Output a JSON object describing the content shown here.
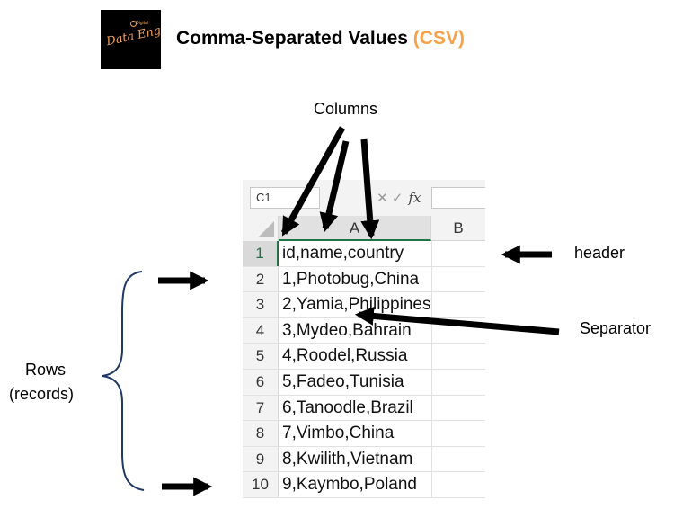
{
  "header": {
    "logo_text": "Data Eng",
    "logo_subtext": "Digital",
    "title_main": "Comma-Separated Values ",
    "title_accent": "(CSV)",
    "accent_color": "#f7a14a"
  },
  "labels": {
    "columns": "Columns",
    "header": "header",
    "separator": "Separator",
    "rows_line1": "Rows",
    "rows_line2": "(records)"
  },
  "sheet": {
    "name_box": "C1",
    "formula_icons": "⋮  ✕  ✓",
    "formula_fx": "fx",
    "col_a": "A",
    "col_b": "B",
    "accent_color": "#217346",
    "rows": [
      {
        "num": "1",
        "text": "id,name,country"
      },
      {
        "num": "2",
        "text": "1,Photobug,China"
      },
      {
        "num": "3",
        "text": "2,Yamia,Philippines"
      },
      {
        "num": "4",
        "text": "3,Mydeo,Bahrain"
      },
      {
        "num": "5",
        "text": "4,Roodel,Russia"
      },
      {
        "num": "6",
        "text": "5,Fadeo,Tunisia"
      },
      {
        "num": "7",
        "text": "6,Tanoodle,Brazil"
      },
      {
        "num": "8",
        "text": "7,Vimbo,China"
      },
      {
        "num": "9",
        "text": "8,Kwilith,Vietnam"
      },
      {
        "num": "10",
        "text": "9,Kaymbo,Poland"
      }
    ]
  }
}
